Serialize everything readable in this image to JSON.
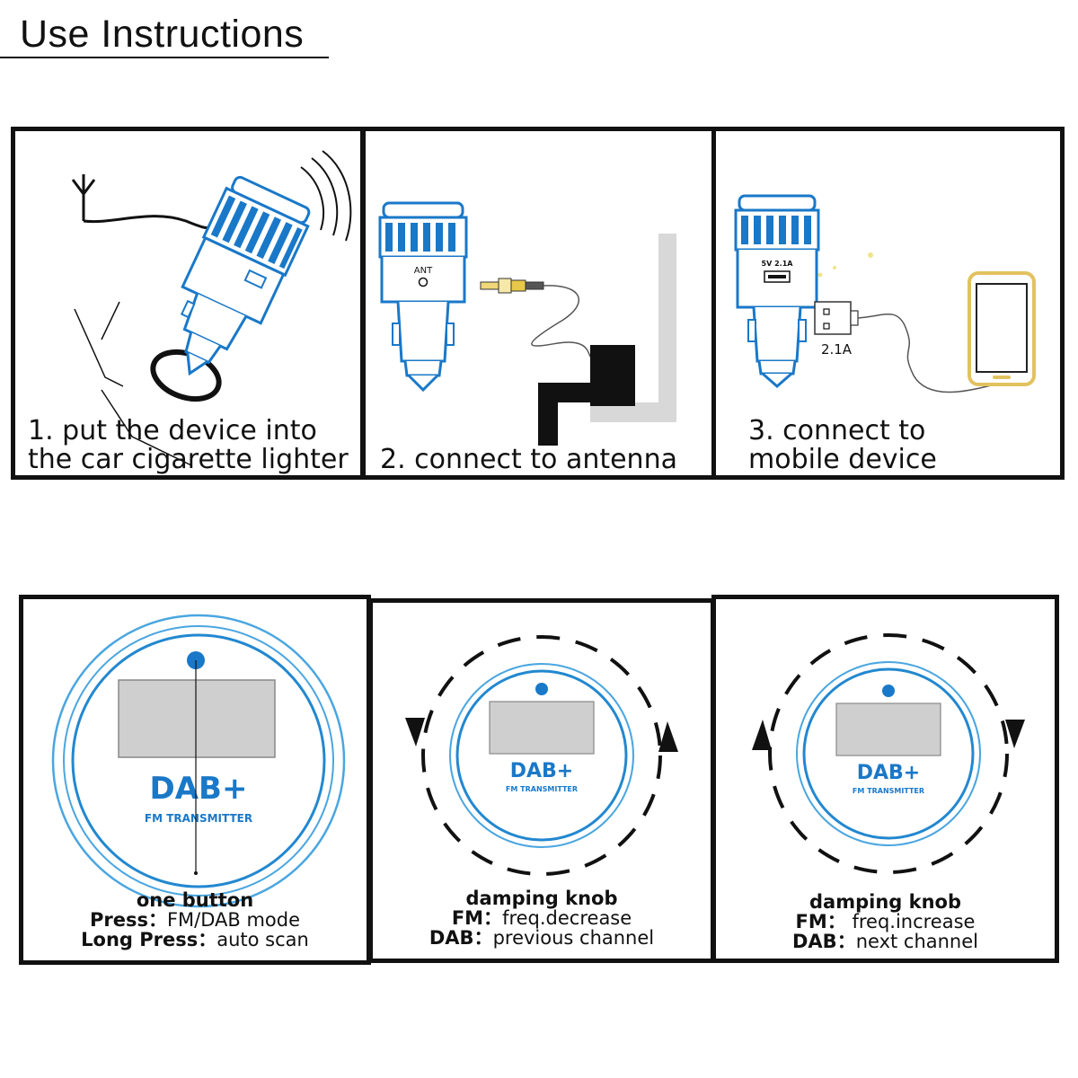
{
  "header": {
    "title": "Use Instructions"
  },
  "steps": [
    {
      "lines": [
        "1. put the device into",
        "the car cigarette lighter"
      ]
    },
    {
      "lines": [
        "2. connect to antenna"
      ],
      "port_label": "ANT"
    },
    {
      "lines": [
        "3. connect to",
        "mobile device"
      ],
      "port_label": "5V 2.1A",
      "plug_label": "2.1A"
    }
  ],
  "controls": [
    {
      "heading": "one button",
      "rows": [
        {
          "key": "Press：",
          "value": "FM/DAB mode"
        },
        {
          "key": "Long Press：",
          "value": "auto scan"
        }
      ]
    },
    {
      "heading": "damping knob",
      "rows": [
        {
          "key": "FM：",
          "value": "freq.decrease"
        },
        {
          "key": "DAB：",
          "value": "previous channel"
        }
      ]
    },
    {
      "heading": "damping knob",
      "rows": [
        {
          "key": "FM：",
          "value": " freq.increase"
        },
        {
          "key": "DAB：",
          "value": "next channel"
        }
      ]
    }
  ],
  "device": {
    "brand": "DAB+",
    "subtitle": "FM TRANSMITTER"
  },
  "colors": {
    "accent": "#1a78c8",
    "screen": "#cfcfcf",
    "ink": "#111111"
  }
}
